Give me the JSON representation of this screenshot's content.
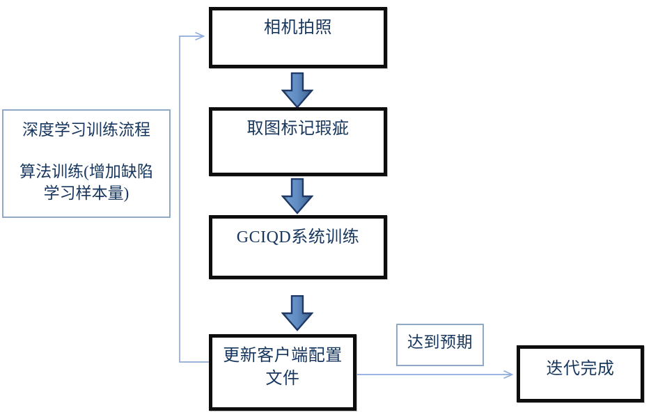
{
  "diagram": {
    "title_note": {
      "line1": "深度学习训练流程",
      "line2": "算法训练(增加缺陷\n学习样本量)"
    },
    "nodes": [
      {
        "id": "camera",
        "label": "相机拍照",
        "style": "thick-black"
      },
      {
        "id": "mark",
        "label": "取图标记瑕疵",
        "style": "thick-black"
      },
      {
        "id": "train",
        "label": "GCIQD系统训练",
        "style": "thick-black"
      },
      {
        "id": "update",
        "label": "更新客户端配置\n文件",
        "style": "thick-black"
      },
      {
        "id": "done",
        "label": "迭代完成",
        "style": "thick-black"
      }
    ],
    "labels": [
      {
        "id": "expect",
        "label": "达到预期",
        "style": "thin-blue"
      }
    ],
    "arrows": [
      {
        "id": "camera-to-mark",
        "kind": "block-down"
      },
      {
        "id": "mark-to-train",
        "kind": "block-down"
      },
      {
        "id": "train-to-update",
        "kind": "block-down"
      },
      {
        "id": "update-to-done",
        "kind": "thin-line-right"
      },
      {
        "id": "update-to-camera",
        "kind": "thin-line-feedback"
      }
    ],
    "colors": {
      "node_border": "#0d0d0d",
      "thin_border": "#8fa8c8",
      "text": "#17365d",
      "arrow_fill": "#5b8cc4",
      "arrow_stroke": "#1f3864",
      "connector": "#8faadc",
      "background": "#ffffff"
    }
  }
}
